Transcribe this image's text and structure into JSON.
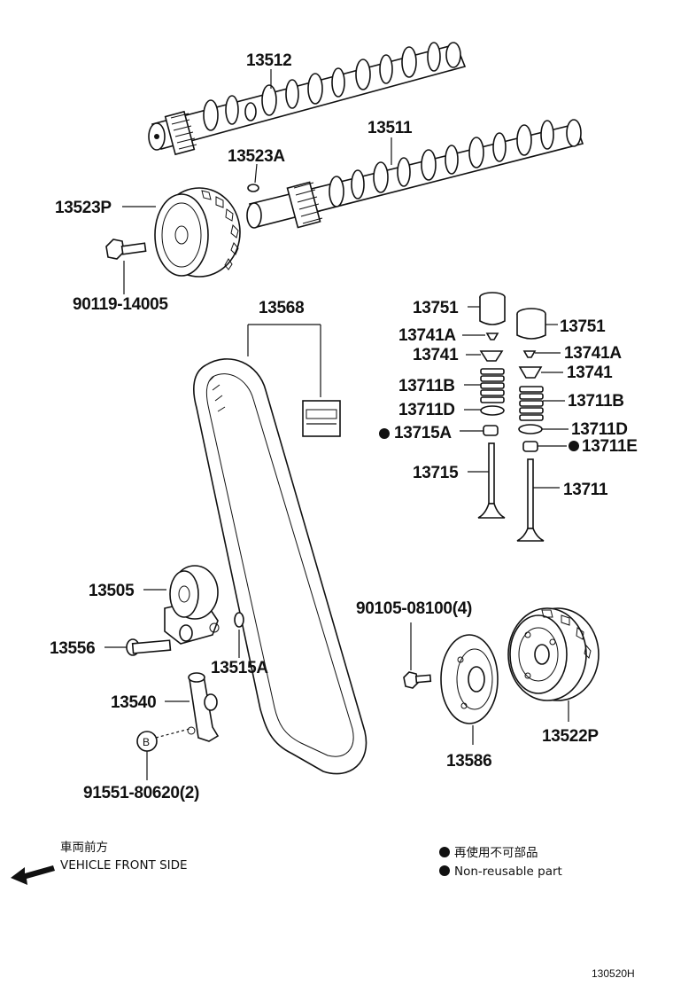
{
  "labels": {
    "camshaft_exhaust": "13512",
    "camshaft_intake": "13511",
    "knock_pin": "13523A",
    "cam_pulley": "13523P",
    "pulley_bolt": "90119-14005",
    "timing_belt": "13568",
    "lifter_left": "13751",
    "lifter_right": "13751",
    "keeper_left": "13741A",
    "keeper_right": "13741A",
    "retainer_left": "13741",
    "retainer_right": "13741",
    "spring_left": "13711B",
    "spring_right": "13711B",
    "seat_left": "13711D",
    "seat_right": "13711D",
    "seal_left": "13715A",
    "seal_right": "13711E",
    "valve_exhaust": "13715",
    "valve_intake": "13711",
    "idler_pulley": "13505",
    "idler_bolt": "13556",
    "idler_spacer": "13515A",
    "tensioner": "13540",
    "tensioner_bolt": "91551-80620(2)",
    "tensioner_bolt_marker": "B",
    "guide_bolt": "90105-08100(4)",
    "belt_guide": "13586",
    "crank_pulley": "13522P"
  },
  "legend": {
    "direction_jp": "車両前方",
    "direction_en": "VEHICLE FRONT SIDE",
    "nonreusable_jp": "再使用不可部品",
    "nonreusable_en": "Non-reusable part"
  },
  "figure_id": "130520H",
  "colors": {
    "ink": "#111111",
    "paper": "#ffffff"
  }
}
